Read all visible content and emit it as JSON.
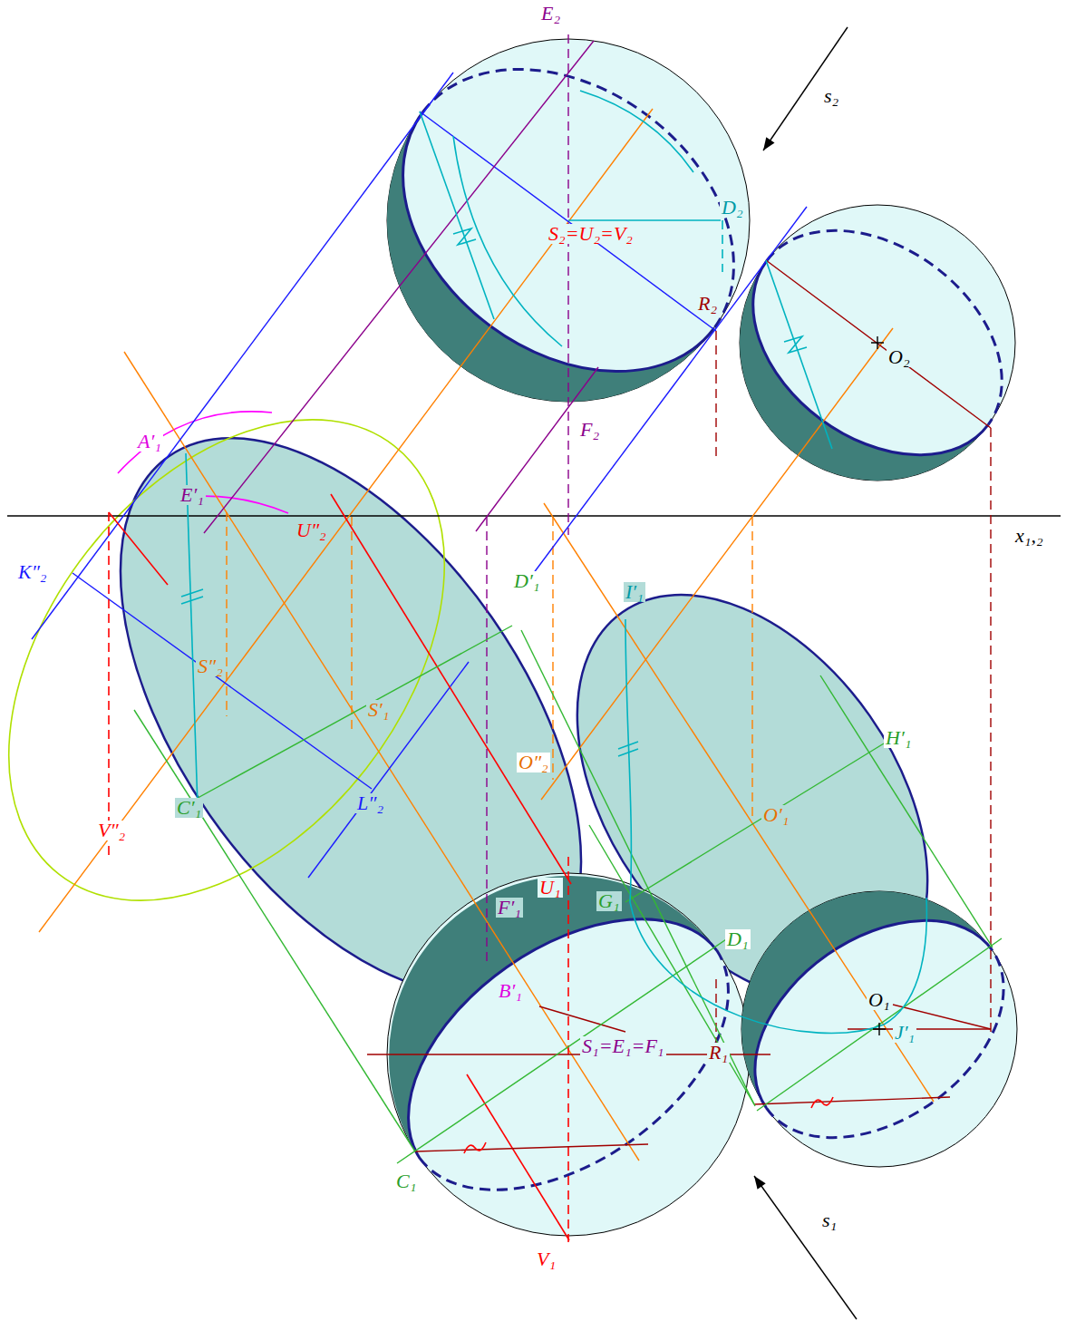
{
  "diagram": {
    "labels": [
      "E₂",
      "s₂",
      "D₂",
      "S₂=U₂=V₂",
      "R₂",
      "O₂",
      "F₂",
      "A′₁",
      "E′₁",
      "U″₂",
      "x₁,₂",
      "K″₂",
      "D′₁",
      "I′₁",
      "S″₂",
      "S′₁",
      "H′₁",
      "O″₂",
      "O′₁",
      "C′₁",
      "L″₂",
      "V″₂",
      "U₁",
      "F′₁",
      "G₁",
      "D₁",
      "B′₁",
      "O₁",
      "J′₁",
      "S₁=E₁=F₁",
      "R₁",
      "C₁",
      "V₁",
      "s₁"
    ]
  }
}
